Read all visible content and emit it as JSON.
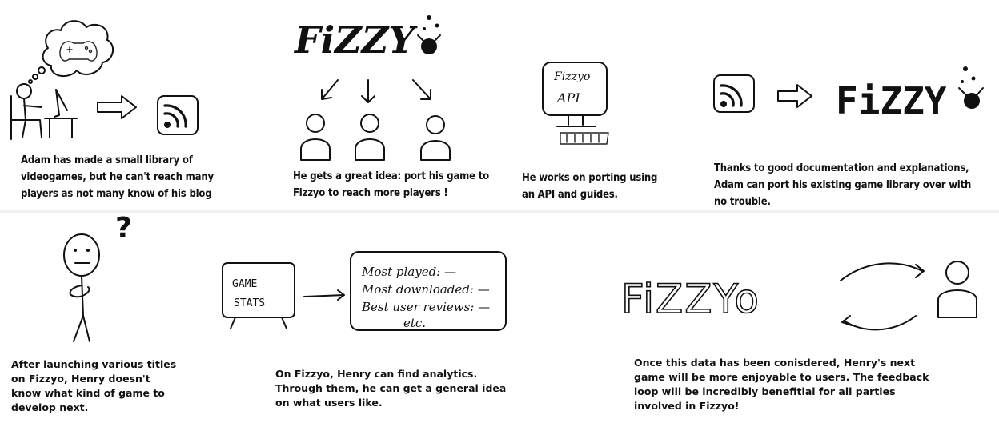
{
  "top_row": {
    "panel1_caption": "Adam has made a small library of\nvideogames, but he can't reach many\nplayers as not many know of his blog",
    "panel2_caption": "He gets a great idea: port his game to\nFizzyo to reach more players !",
    "panel3_caption": "He works on porting using\nan API and guides.",
    "panel4_caption": "Thanks to good documentation and explanations,\nAdam can port his existing game library over with\nno trouble."
  },
  "bottom_row": {
    "panel5_caption": "After launching various titles\non Fizzyo, Henry doesn't\nknow what kind of game to\ndevelop next.",
    "panel6_caption": "On Fizzyo, Henry can find analytics.\nThrough them, he can get a general idea\non what users like.",
    "panel7_caption": "Once this data has been conisdered, Henry's next\ngame will be more enjoyable to users. The feedback\nloop will be incredibly benefitial for all parties\ninvolved in Fizzyo!"
  },
  "sketch_text": {
    "logo": "FiZZYo",
    "api_monitor_line1": "Fizzyo",
    "api_monitor_line2": "API",
    "stats_monitor_line1": "GAME",
    "stats_monitor_line2": "STATS",
    "stats_list": [
      "Most played: —",
      "Most downloaded: —",
      "Best user reviews: —",
      "etc."
    ],
    "question_mark": "?"
  }
}
